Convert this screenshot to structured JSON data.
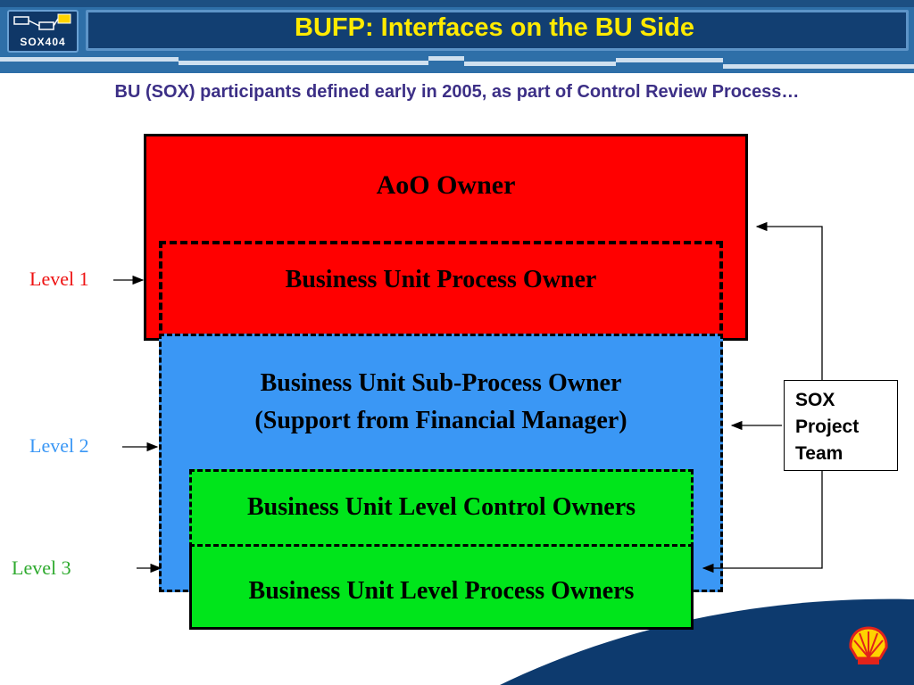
{
  "header": {
    "logo_text": "SOX404",
    "title": "BUFP: Interfaces on the BU Side"
  },
  "subtitle": "BU (SOX) participants defined early in 2005, as part of Control Review Process…",
  "diagram": {
    "boxes": {
      "aoo_owner": "AoO Owner",
      "bu_process_owner": "Business Unit Process Owner",
      "bu_sub_process_owner_line1": "Business Unit Sub-Process Owner",
      "bu_sub_process_owner_line2": "(Support from Financial Manager)",
      "bu_level_control_owners": "Business Unit Level Control Owners",
      "bu_level_process_owners": "Business Unit Level Process Owners"
    },
    "levels": {
      "level1": "Level 1",
      "level2": "Level 2",
      "level3": "Level 3"
    },
    "sox_team": {
      "line1": "SOX",
      "line2": "Project",
      "line3": "Team"
    }
  },
  "colors": {
    "title_yellow": "#ffea00",
    "subtitle_purple": "#3c2f86",
    "level1_red": "#ff0000",
    "level2_blue": "#3a97f5",
    "level3_green": "#00e51b",
    "banner_blue": "#2e6fa8"
  },
  "icons": [
    "sox404-logo-icon",
    "shell-logo-icon"
  ]
}
